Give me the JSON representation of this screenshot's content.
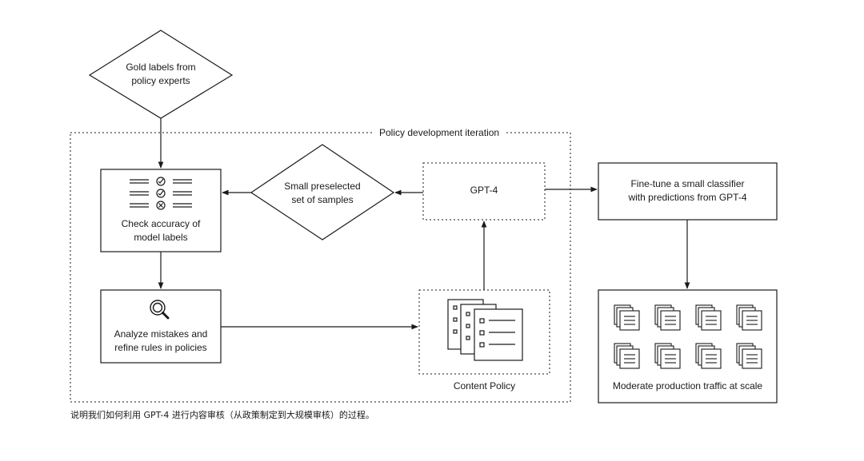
{
  "diagram": {
    "frame_title": "Policy development iteration",
    "nodes": {
      "gold_labels": {
        "line1": "Gold labels from",
        "line2": "policy experts"
      },
      "check_accuracy": {
        "line1": "Check accuracy of",
        "line2": "model labels"
      },
      "small_samples": {
        "line1": "Small preselected",
        "line2": "set of samples"
      },
      "gpt4": {
        "label": "GPT-4"
      },
      "analyze": {
        "line1": "Analyze mistakes and",
        "line2": "refine rules in policies"
      },
      "content_policy": {
        "label": "Content Policy"
      },
      "finetune": {
        "line1": "Fine-tune a small classifier",
        "line2": "with predictions from GPT-4"
      },
      "moderate": {
        "label": "Moderate production traffic at scale"
      }
    },
    "icons": {
      "checklist": "checklist-icon",
      "magnifier": "magnifier-icon",
      "policy_docs": "document-stack-icon",
      "traffic_docs": "document-stack-icon"
    }
  },
  "caption": "说明我们如何利用 GPT-4 进行内容审核（从政策制定到大规模审核）的过程。",
  "colors": {
    "stroke": "#1a1a1a",
    "background": "#ffffff"
  }
}
